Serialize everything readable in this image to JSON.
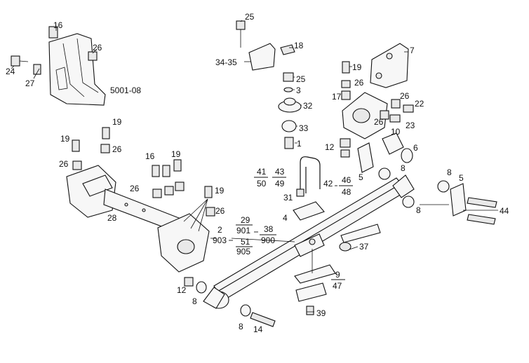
{
  "labels": {
    "l25a": "25",
    "l16a": "16",
    "l26a": "26",
    "l24": "24",
    "l27": "27",
    "l5001": "5001-08",
    "l18": "18",
    "l3435": "34-35",
    "l7": "7",
    "l19a": "19",
    "l26b": "26",
    "l25b": "25",
    "l3": "3",
    "l32": "32",
    "l33": "33",
    "l1": "1",
    "l17": "17",
    "l26c": "26",
    "l22": "22",
    "l26d": "26",
    "l23": "23",
    "l10": "10",
    "l12a": "12",
    "l6": "6",
    "l8a": "8",
    "l5a": "5",
    "l8b": "8",
    "l5b": "5",
    "l19b": "19",
    "l19c": "19",
    "l26e": "26",
    "l26f": "26",
    "l16b": "16",
    "l19d": "19",
    "l26g": "26",
    "l19e": "19",
    "l26h": "26",
    "l28": "28",
    "l8c": "8",
    "l44": "44",
    "l31": "31",
    "l4": "4",
    "l12b": "12",
    "l8d": "8",
    "l8e": "8",
    "l14": "14",
    "l39": "39",
    "l37": "37",
    "l2": "2"
  },
  "fractions": {
    "f41_50": {
      "num": "41",
      "den": "50"
    },
    "f43_49": {
      "num": "43",
      "den": "49"
    },
    "f46_48": {
      "num": "46",
      "den": "48"
    },
    "f29_901": {
      "num": "29",
      "den": "901"
    },
    "f51_905": {
      "num": "51",
      "den": "905"
    },
    "f38_900": {
      "num": "38",
      "den": "900"
    },
    "f9_47": {
      "num": "9",
      "den": "47"
    }
  },
  "codes": {
    "c42": "42",
    "c903": "903"
  }
}
